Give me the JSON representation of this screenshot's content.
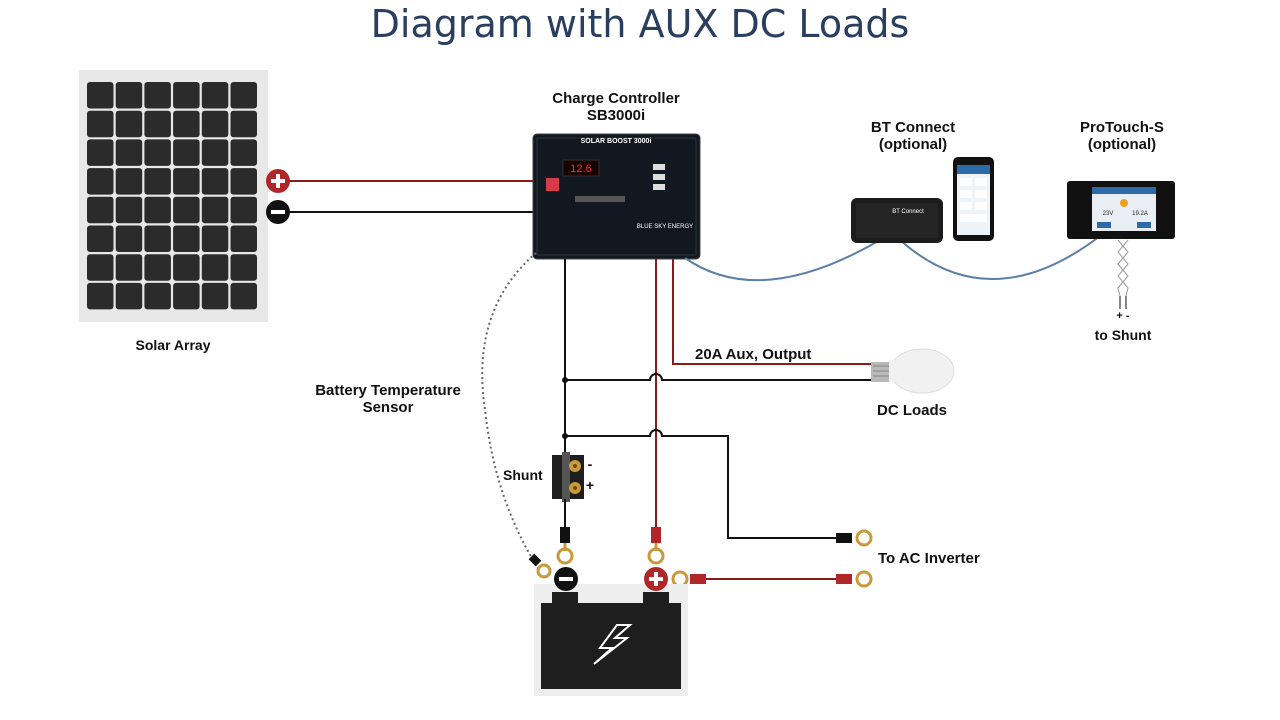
{
  "title": "Diagram with AUX DC Loads",
  "labels": {
    "solar_array": "Solar Array",
    "charge_controller_line1": "Charge Controller",
    "charge_controller_line2": "SB3000i",
    "bt_connect_line1": "BT Connect",
    "bt_connect_line2": "(optional)",
    "protouch_line1": "ProTouch-S",
    "protouch_line2": "(optional)",
    "to_shunt": "to Shunt",
    "aux_output": "20A Aux, Output",
    "dc_loads": "DC Loads",
    "battery_temp_line1": "Battery Temperature",
    "battery_temp_line2": "Sensor",
    "shunt": "Shunt",
    "to_ac_inverter": "To AC Inverter",
    "shunt_minus": "-",
    "shunt_plus": "+",
    "protouch_plus_minus": "+ -"
  },
  "device_text": {
    "controller_brand": "SOLAR BOOST 3000i",
    "controller_display": "12.6",
    "controller_maker": "BLUE SKY ENERGY",
    "bt_device_name": "BT Connect",
    "protouch_reading_1": "23V",
    "protouch_reading_2": "19.2A"
  },
  "colors": {
    "title": "#2a3f5f",
    "positive_wire": "#8b1a1a",
    "negative_wire": "#111111",
    "data_cable": "#5b7fa8",
    "panel_cell": "#2b2b2b",
    "panel_frame": "#e8e8e8"
  },
  "icons": {
    "positive_terminal": "plus-circle-icon",
    "negative_terminal": "minus-circle-icon",
    "battery": "lightning-icon"
  }
}
